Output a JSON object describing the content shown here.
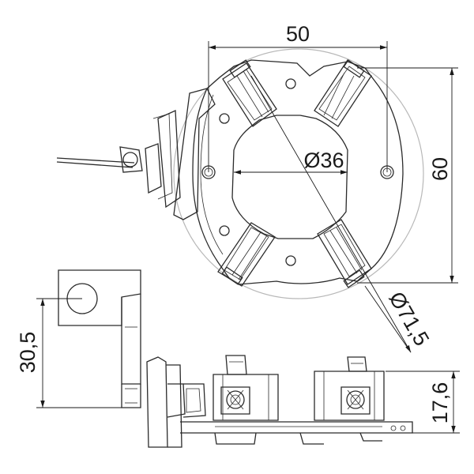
{
  "dimensions": {
    "width": "50",
    "height": "60",
    "inner_diameter": "Ø36",
    "outer_diameter": "Ø71,5",
    "terminal_height": "30,5",
    "side_height": "17,6"
  }
}
